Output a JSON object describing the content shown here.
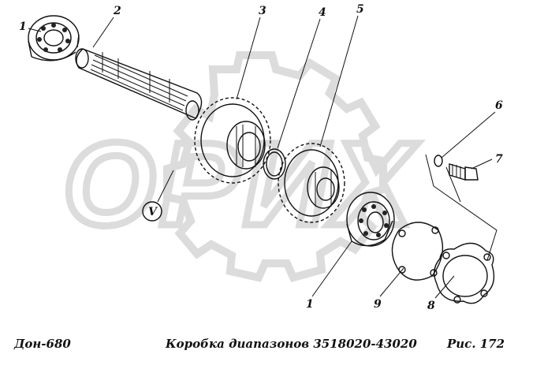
{
  "watermark": {
    "text": "ОРИХ",
    "color": "#d9d9d9"
  },
  "callouts": [
    {
      "id": "c1a",
      "label": "1"
    },
    {
      "id": "c2",
      "label": "2"
    },
    {
      "id": "c3",
      "label": "3"
    },
    {
      "id": "c4",
      "label": "4"
    },
    {
      "id": "c5",
      "label": "5"
    },
    {
      "id": "c6",
      "label": "6"
    },
    {
      "id": "c7",
      "label": "7"
    },
    {
      "id": "c1b",
      "label": "1"
    },
    {
      "id": "c9",
      "label": "9"
    },
    {
      "id": "c8",
      "label": "8"
    }
  ],
  "view_marker": "V",
  "footer": {
    "left": "Дон-680",
    "center": "Коробка диапазонов 3518020-43020",
    "right": "Рис.  172"
  },
  "colors": {
    "ink": "#111111",
    "background": "#ffffff"
  }
}
